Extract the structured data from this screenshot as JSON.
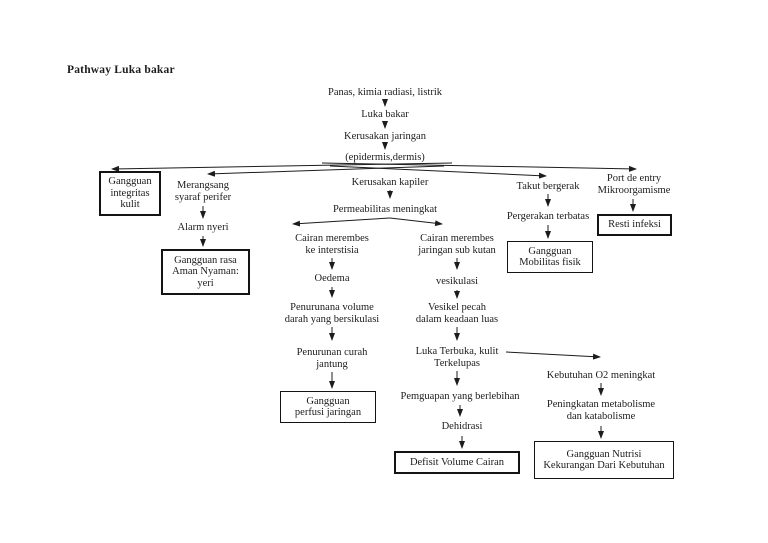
{
  "page": {
    "title": "Pathway Luka bakar",
    "background_color": "#ffffff",
    "ink_color": "#1c1c1c"
  },
  "nodes": {
    "panas": {
      "label": "Panas, kimia radiasi, listrik"
    },
    "luka_bakar": {
      "label": "Luka bakar"
    },
    "kerusakan_jaringan": {
      "label": "Kerusakan jaringan"
    },
    "epidermis": {
      "label": "(epidermis,dermis)"
    },
    "kerusakan_kapiler": {
      "label": "Kerusakan kapiler"
    },
    "permeabilitas": {
      "label": "Permeabilitas meningkat"
    },
    "gangguan_integritas": {
      "label": "Gangguan\nintegritas\nkulit"
    },
    "merangsang": {
      "label": "Merangsang\nsyaraf perifer"
    },
    "alarm_nyeri": {
      "label": "Alarm nyeri"
    },
    "gangguan_rasa": {
      "label": "Gangguan rasa\nAman Nyaman:\nyeri"
    },
    "cairan_interstisia": {
      "label": "Cairan merembes\nke interstisia"
    },
    "oedema": {
      "label": "Oedema"
    },
    "penurunan_volume": {
      "label": "Penurunana volume\ndarah yang bersikulasi"
    },
    "penurunan_curah": {
      "label": "Penurunan curah\njantung"
    },
    "gangguan_perfusi": {
      "label": "Gangguan\nperfusi jaringan"
    },
    "cairan_subkutan": {
      "label": "Cairan merembes\njaringan sub kutan"
    },
    "vesikulasi": {
      "label": "vesikulasi"
    },
    "vesikel_pecah": {
      "label": "Vesikel pecah\ndalam keadaan luas"
    },
    "luka_terbuka": {
      "label": "Luka Terbuka, kulit\nTerkelupas"
    },
    "pemguapan": {
      "label": "Pemguapan yang berlebihan"
    },
    "dehidrasi": {
      "label": "Dehidrasi"
    },
    "defisit_volume": {
      "label": "Defisit Volume Cairan"
    },
    "takut_bergerak": {
      "label": "Takut bergerak"
    },
    "pergerakan_terbatas": {
      "label": "Pergerakan terbatas"
    },
    "gangguan_mobilitas": {
      "label": "Gangguan\nMobilitas fisik"
    },
    "port_de_entry": {
      "label": "Port de entry\nMikroorgamisme"
    },
    "resti_infeksi": {
      "label": "Resti infeksi"
    },
    "kebutuhan_o2": {
      "label": "Kebutuhan O2 meningkat"
    },
    "peningkatan_metabolisme": {
      "label": "Peningkatan metabolisme\ndan katabolisme"
    },
    "gangguan_nutrisi": {
      "label": "Gangguan Nutrisi\nKekurangan Dari Kebutuhan"
    }
  }
}
